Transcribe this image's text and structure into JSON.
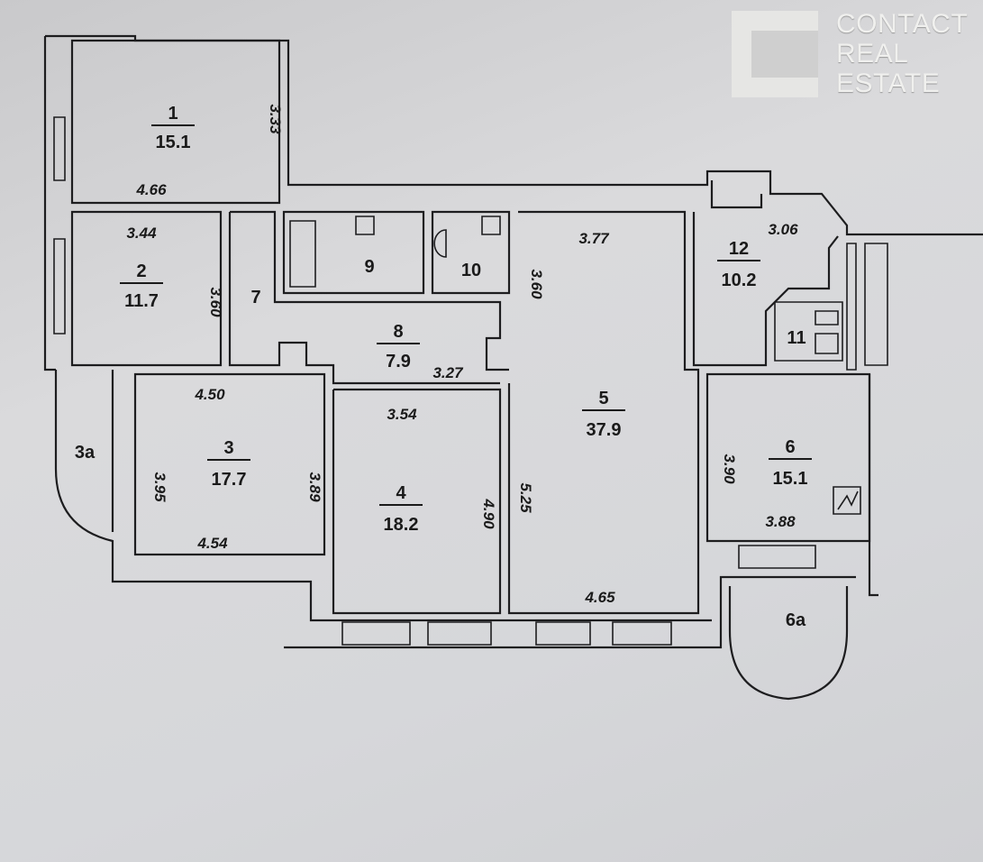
{
  "logo": {
    "line1": "CONTACT",
    "line2": "REAL",
    "line3": "ESTATE"
  },
  "rooms": {
    "r1": {
      "number": "1",
      "area": "15.1"
    },
    "r2": {
      "number": "2",
      "area": "11.7"
    },
    "r3": {
      "number": "3",
      "area": "17.7"
    },
    "r3a": {
      "number": "3a"
    },
    "r4": {
      "number": "4",
      "area": "18.2"
    },
    "r5": {
      "number": "5",
      "area": "37.9"
    },
    "r6": {
      "number": "6",
      "area": "15.1"
    },
    "r6a": {
      "number": "6a"
    },
    "r7": {
      "number": "7"
    },
    "r8": {
      "number": "8",
      "area": "7.9"
    },
    "r9": {
      "number": "9"
    },
    "r10": {
      "number": "10"
    },
    "r11": {
      "number": "11"
    },
    "r12": {
      "number": "12",
      "area": "10.2"
    }
  },
  "dimensions": {
    "r1_h": "3.33",
    "r1_w": "4.66",
    "r2_w": "3.44",
    "r2_h": "3.60",
    "r3_top": "4.50",
    "r3_left": "3.95",
    "r3_right": "3.89",
    "r3_bottom": "4.54",
    "r8_w": "3.27",
    "r4_w": "3.54",
    "r4_h": "4.90",
    "r5_top": "3.77",
    "r5_upper": "3.60",
    "r5_h": "5.25",
    "r5_bottom": "4.65",
    "r12_w": "3.06",
    "r6_h": "3.90",
    "r6_w": "3.88"
  }
}
